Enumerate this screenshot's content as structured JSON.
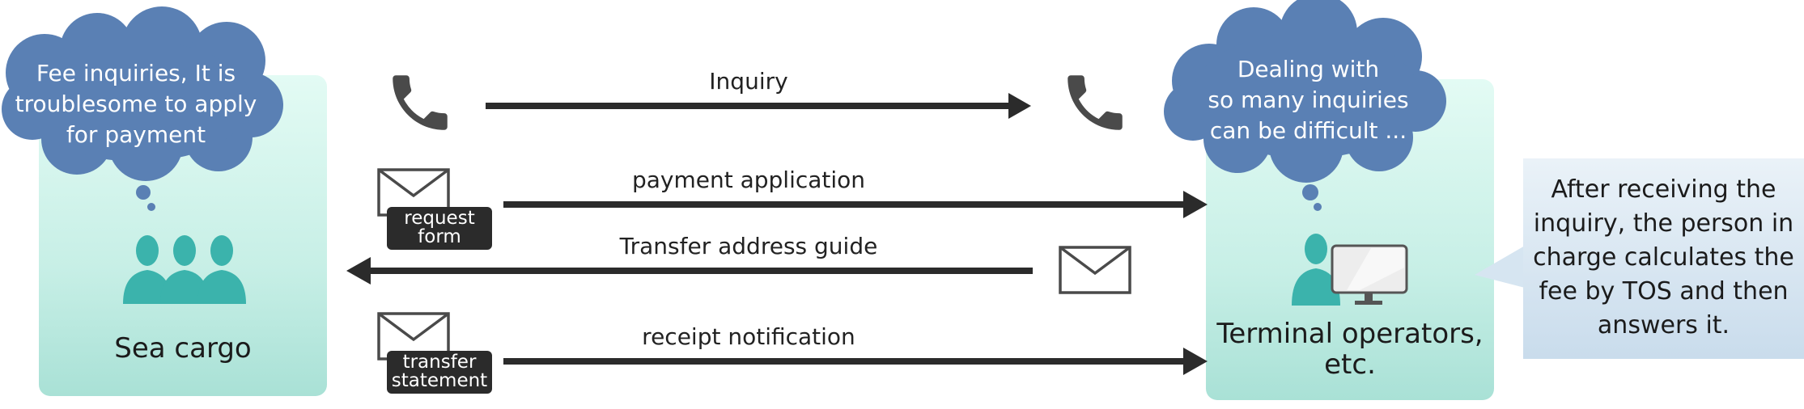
{
  "left": {
    "thought": [
      "Fee inquiries,  It is",
      "troublesome to apply",
      "for payment"
    ],
    "label": "Sea cargo"
  },
  "right": {
    "thought": [
      "Dealing with",
      "so many inquiries",
      "can be difficult ..."
    ],
    "label": [
      "Terminal operators,",
      "etc."
    ]
  },
  "messages": {
    "inquiry": "Inquiry",
    "payment": "payment application",
    "transfer_guide": "Transfer address guide",
    "receipt": "receipt notification"
  },
  "tags": {
    "request": [
      "request",
      "form"
    ],
    "transfer": [
      "transfer",
      "statement"
    ]
  },
  "note": [
    "After receiving the",
    "inquiry, the person in",
    "charge calculates the",
    "fee by TOS and then",
    "answers it."
  ],
  "colors": {
    "cloud": "#5a80b4",
    "people": "#3bb3ac",
    "arrow": "#2b2b2b",
    "icon": "#4a4a4a"
  }
}
